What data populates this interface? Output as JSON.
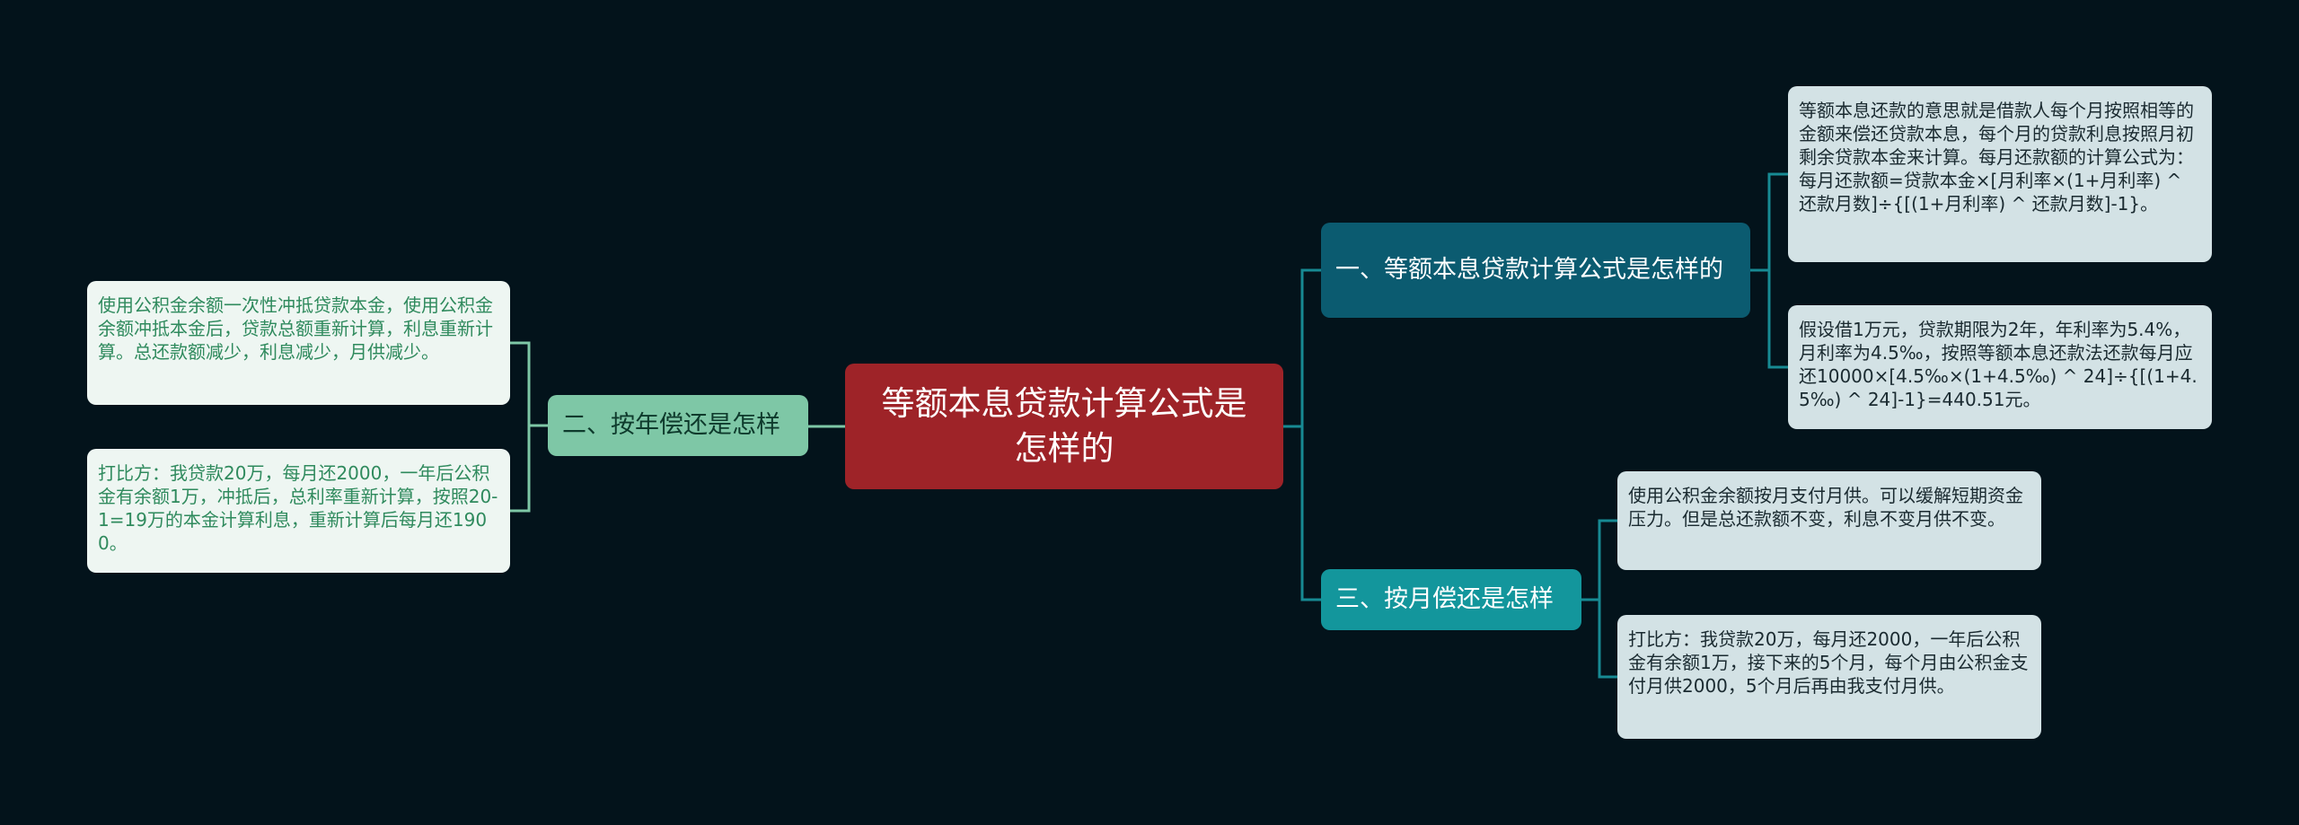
{
  "root": {
    "label": "等额本息贷款计算公式是怎样的"
  },
  "branches": [
    {
      "label": "一、等额本息贷款计算公式是怎样的",
      "children": [
        "等额本息还款的意思就是借款人每个月按照相等的金额来偿还贷款本息，每个月的贷款利息按照月初剩余贷款本金来计算。每月还款额的计算公式为：每月还款额=贷款本金×[月利率×(1+月利率) ^ 还款月数]÷{[(1+月利率) ^ 还款月数]-1}。",
        "假设借1万元，贷款期限为2年，年利率为5.4%，月利率为4.5‰，按照等额本息还款法还款每月应还10000×[4.5‰×(1+4.5‰) ^ 24]÷{[(1+4.5‰) ^ 24]-1}=440.51元。"
      ]
    },
    {
      "label": "二、按年偿还是怎样",
      "children": [
        "使用公积金余额一次性冲抵贷款本金，使用公积金余额冲抵本金后，贷款总额重新计算，利息重新计算。总还款额减少，利息减少，月供减少。",
        "打比方：我贷款20万，每月还2000，一年后公积金有余额1万，冲抵后，总利率重新计算，按照20-1=19万的本金计算利息，重新计算后每月还1900。"
      ]
    },
    {
      "label": "三、按月偿还是怎样",
      "children": [
        "使用公积金余额按月支付月供。可以缓解短期资金压力。但是总还款额不变，利息不变月供不变。",
        "打比方：我贷款20万，每月还2000，一年后公积金有余额1万，接下来的5个月，每个月由公积金支付月供2000，5个月后再由我支付月供。"
      ]
    }
  ],
  "colors": {
    "background": "#03131b",
    "root": "#9e2328",
    "branch_1": "#0b5b70",
    "branch_2": "#7ec7a6",
    "branch_3": "#13969c",
    "connector_teal": "#178a93",
    "connector_green": "#7ec7a6"
  }
}
